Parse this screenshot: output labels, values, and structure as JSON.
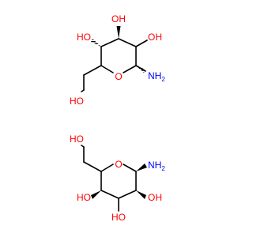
{
  "colors": {
    "oxygen": "#ff0000",
    "nitrogen": "#0000ff",
    "bond": "#000000",
    "background": "#ffffff"
  },
  "molecule_top": {
    "oh_3": "OH",
    "oh_4": "HO",
    "oh_2": "OH",
    "oh_5": "HO",
    "ring_o": "O",
    "nh2": "NH",
    "nh2_sub": "2",
    "oh_6": "HO"
  },
  "molecule_bottom": {
    "oh_6": "HO",
    "ring_o": "O",
    "nh2": "NH",
    "nh2_sub": "2",
    "oh_4": "HO",
    "oh_2": "OH",
    "oh_3": "HO"
  }
}
